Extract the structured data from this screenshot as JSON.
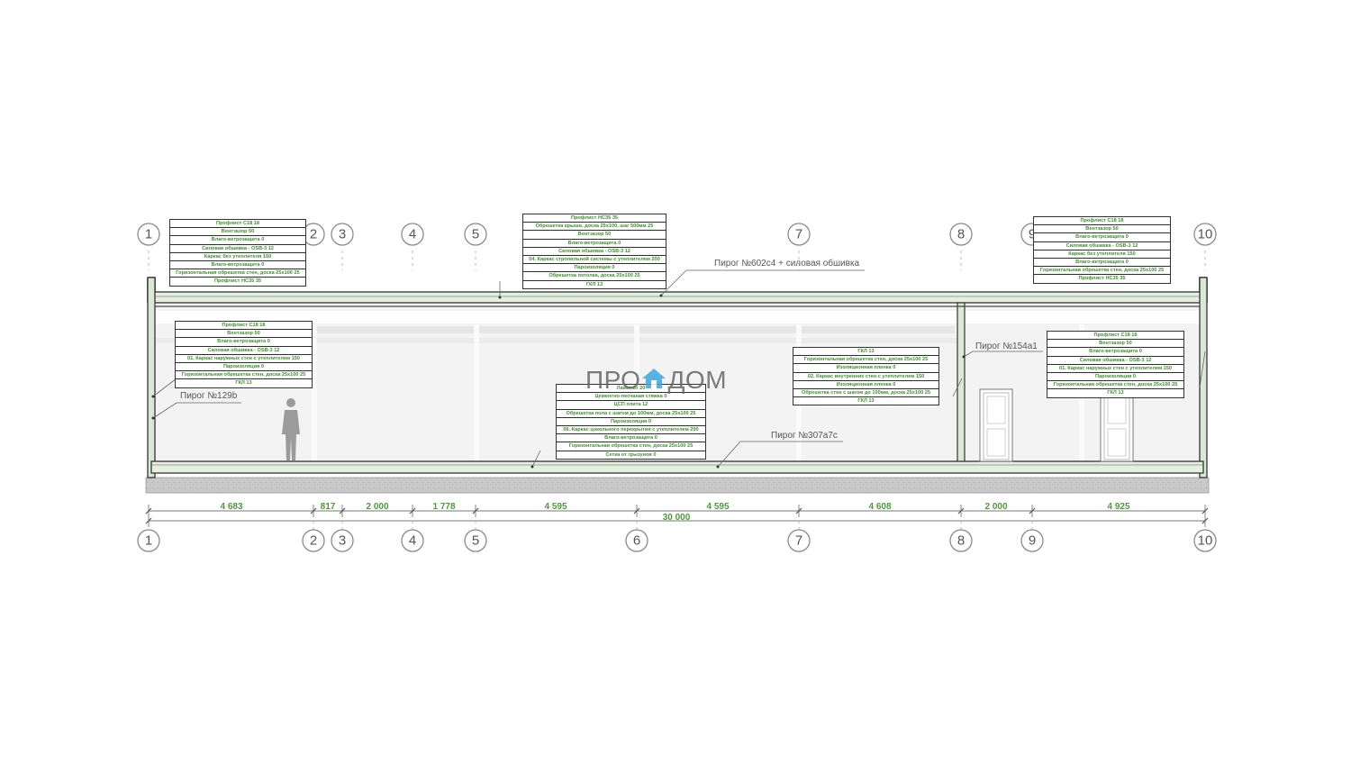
{
  "axes_top": [
    "1",
    "2",
    "3",
    "4",
    "5",
    "7",
    "8",
    "9",
    "10"
  ],
  "axes_bottom": [
    "1",
    "2",
    "3",
    "4",
    "5",
    "6",
    "7",
    "8",
    "9",
    "10"
  ],
  "dimensions": [
    "4 683",
    "817",
    "2 000",
    "1 778",
    "4 595",
    "4 595",
    "4 608",
    "2 000",
    "4 925"
  ],
  "total_dimension": "30 000",
  "callouts": {
    "roof": "Пирог №602c4 + силовая обшивка",
    "wall_left": "Пирог №129b",
    "partition": "Пирог №154a1",
    "floor": "Пирог №307a7c"
  },
  "logo": {
    "left": "ПРО",
    "right": "ДОМ"
  },
  "legends": [
    {
      "rows": [
        "Профлист С18 18",
        "Вентзазор 50",
        "Влаго-ветрозащита 0",
        "Силовая обшивка - OSB-3 12",
        "Каркас без утеплителя 150",
        "Влаго-ветрозащита 0",
        "Горизонтальная обрешетка стен, доска 25x100 25",
        "Профлист НС35 35"
      ]
    },
    {
      "rows": [
        "Профлист НС35 35",
        "Обрешетка крыши, доска 25х100, шаг 500мм 25",
        "Вентзазор 50",
        "Влаго-ветрозащита 0",
        "Силовая обшивка - OSB-3 12",
        "04. Каркас стропильной системы с утеплителем 200",
        "Пароизоляция 0",
        "Обрешетка потолка, доска 25х100 25",
        "ГКЛ 13"
      ]
    },
    {
      "rows": [
        "Профлист С18 18",
        "Вентзазор 50",
        "Влаго-ветрозащита 0",
        "Силовая обшивка - OSB-3 12",
        "Каркас без утеплителя 150",
        "Влаго-ветрозащита 0",
        "Горизонтальная обрешетка стен, доска 25х100 25",
        "Профлист НС35 35"
      ]
    },
    {
      "rows": [
        "Профлист С18 18",
        "Вентзазор 50",
        "Влаго-ветрозащита 0",
        "Силовая обшивка - OSB-3 12",
        "01. Каркас наружных стен с утеплителем 150",
        "Пароизоляция 0",
        "Горизонтальная обрешетка стен, доска 25х100 25",
        "ГКЛ 13"
      ]
    },
    {
      "rows": [
        "Ламинат 20",
        "Цементно-песчаная стяжка 0",
        "ЦСП плита 12",
        "Обрешетка пола с шагом до 100мм, доска 25х100 25",
        "Пароизоляция 0",
        "06. Каркас цокольного перекрытия с утеплителем 200",
        "Влаго-ветрозащита 0",
        "Горизонтальная обрешетка стен, доска 25х100 25",
        "Сетка от грызунов 0"
      ]
    },
    {
      "rows": [
        "ГКЛ 13",
        "Горизонтальная обрешетка стен, доска 25х100 25",
        "Изоляционная пленка 0",
        "02. Каркас внутренних стен с утеплителем 150",
        "Изоляционная пленка 0",
        "Обрешетка стен с шагом до 100мм, доска 25х100 25",
        "ГКЛ 13"
      ]
    },
    {
      "rows": [
        "Профлист С18 18",
        "Вентзазор 50",
        "Влаго-ветрозащита 0",
        "Силовая обшивка - OSB-3 12",
        "01. Каркас наружных стен с утеплителем 150",
        "Пароизоляция 0",
        "Горизонтальная обрешетка стен, доска 25х100 25",
        "ГКЛ 13"
      ]
    }
  ]
}
